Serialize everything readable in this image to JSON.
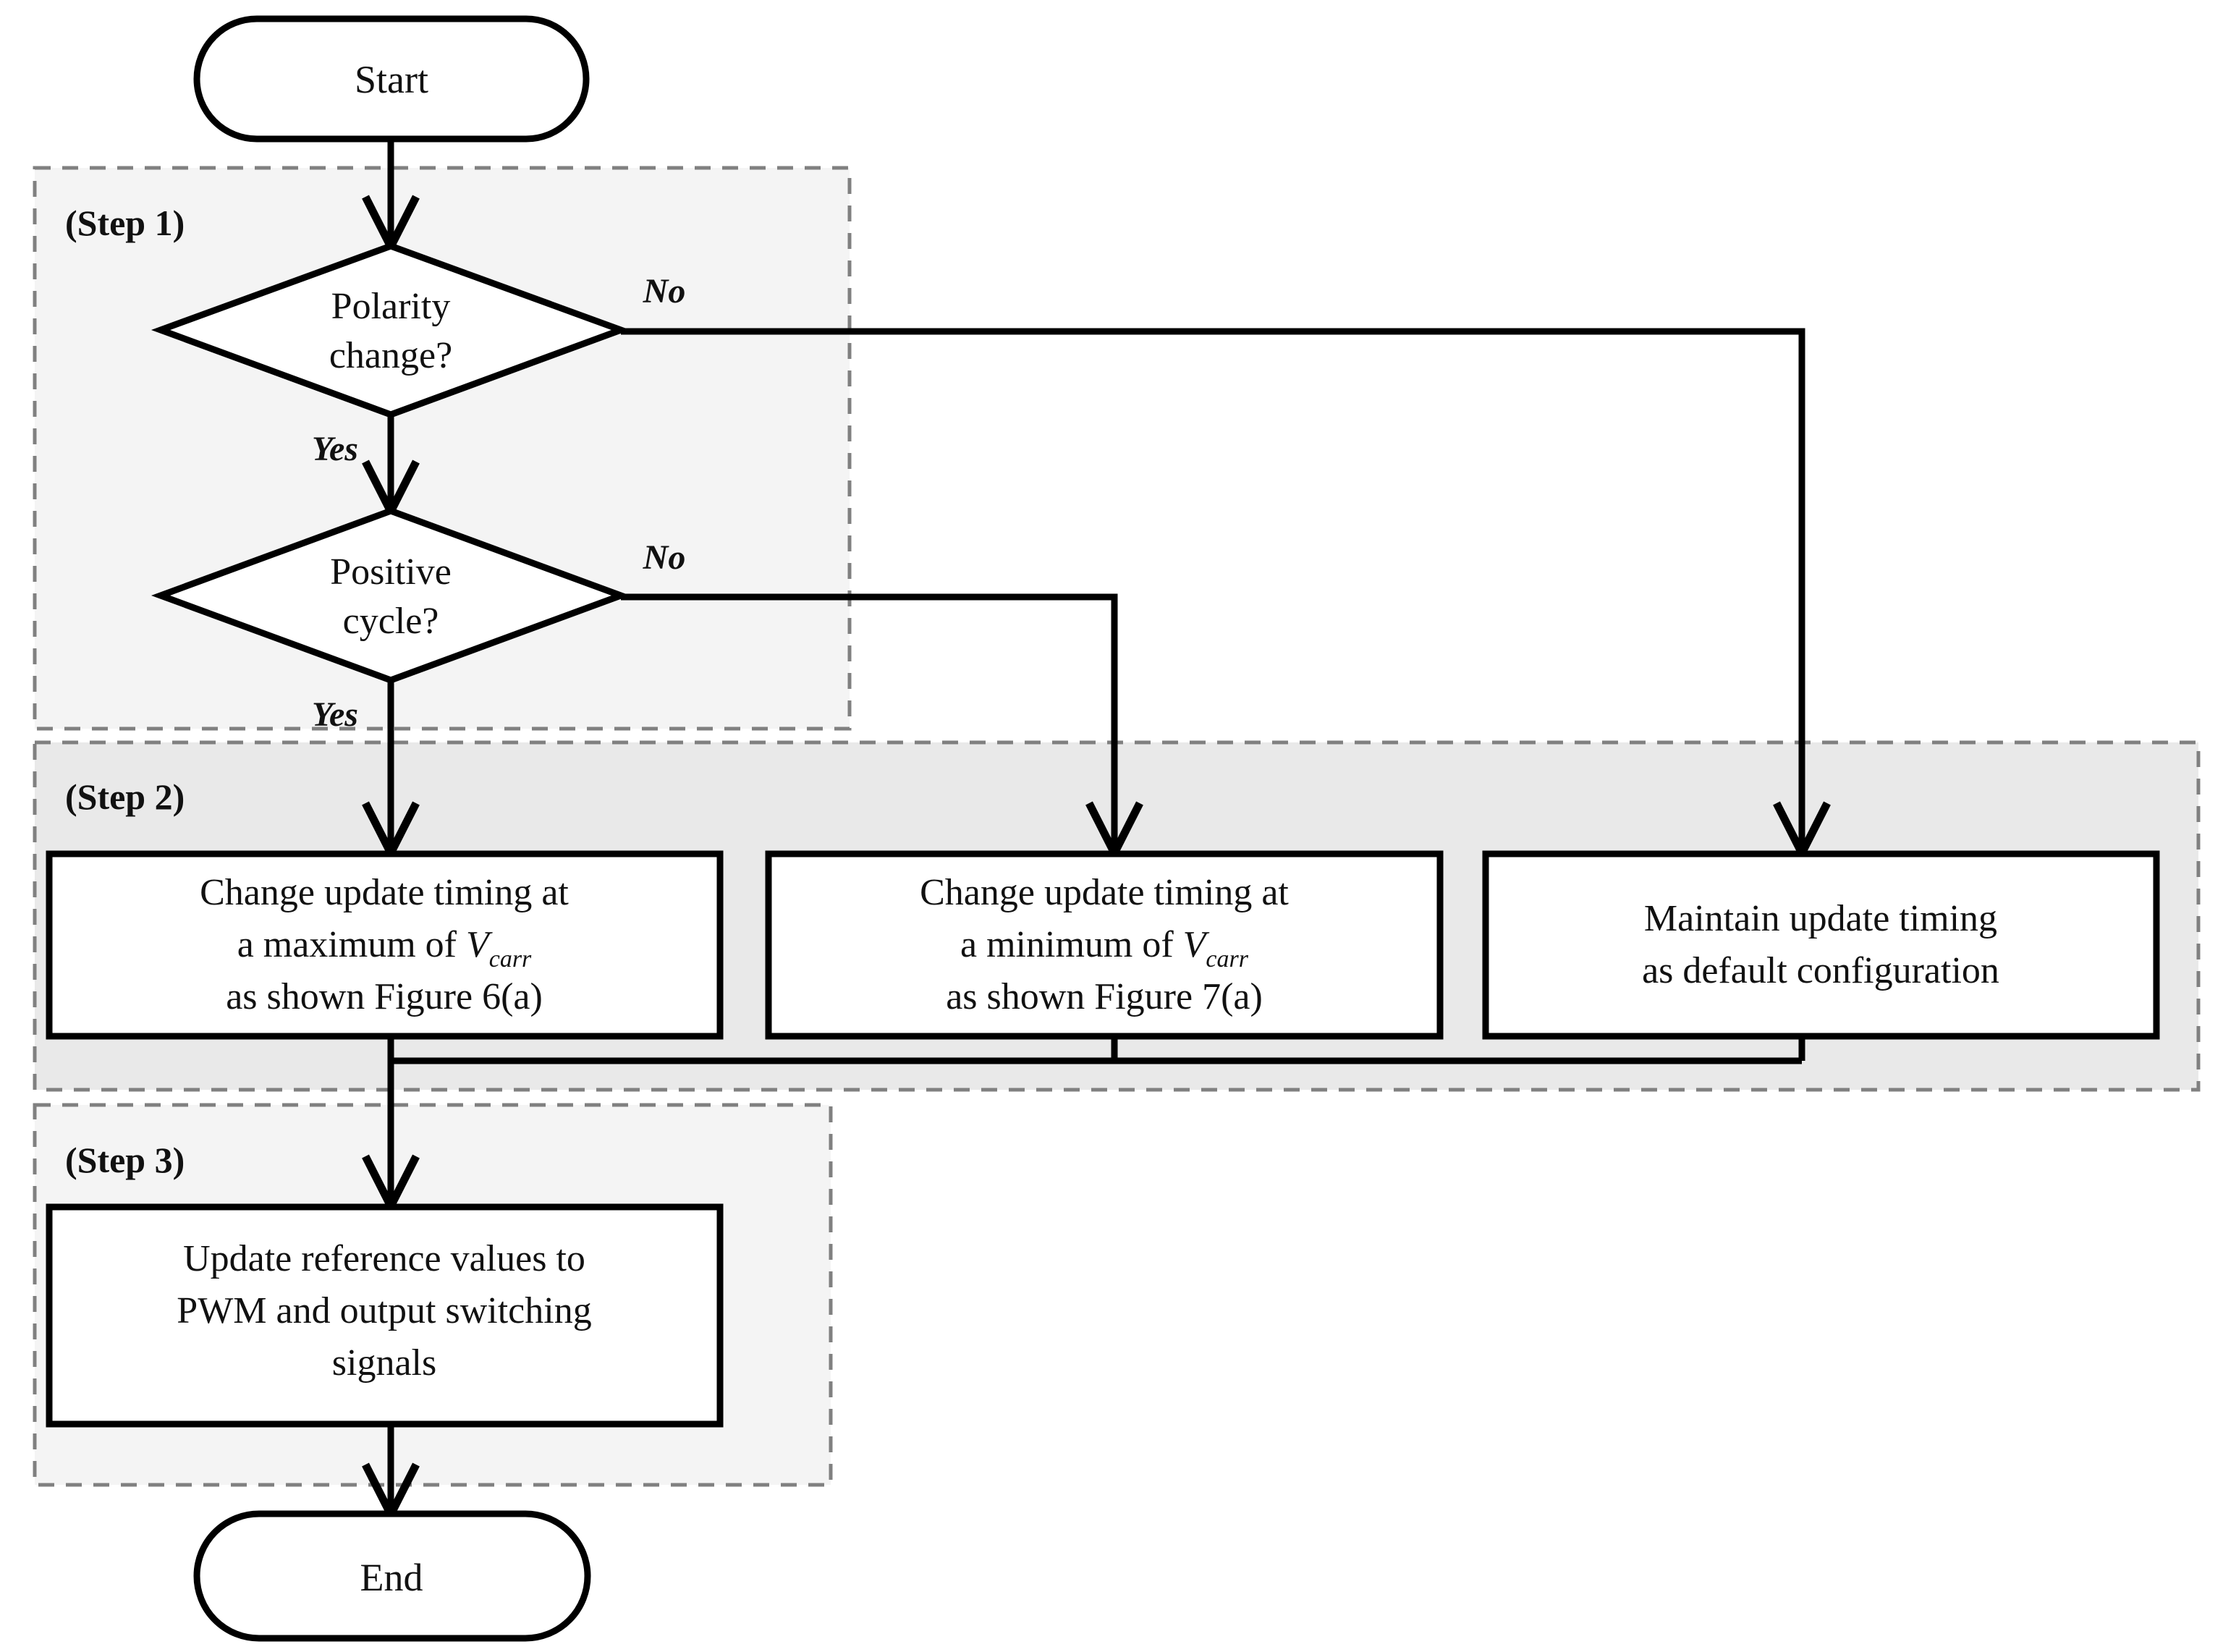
{
  "diagram": {
    "type": "flowchart",
    "title": "PWM update timing selection flowchart",
    "terminals": {
      "start": "Start",
      "end": "End"
    },
    "zones": [
      {
        "id": "step1",
        "label": "(Step 1)",
        "fill": "#f4f4f4",
        "border": "#808080",
        "border_style": "dashed"
      },
      {
        "id": "step2",
        "label": "(Step 2)",
        "fill": "#e9e9e9",
        "border": "#808080",
        "border_style": "dashed"
      },
      {
        "id": "step3",
        "label": "(Step 3)",
        "fill": "#f4f4f4",
        "border": "#808080",
        "border_style": "dashed"
      }
    ],
    "decisions": [
      {
        "id": "d1",
        "line1": "Polarity",
        "line2": "change?",
        "yes_label": "Yes",
        "no_label": "No"
      },
      {
        "id": "d2",
        "line1": "Positive",
        "line2": "cycle?",
        "yes_label": "Yes",
        "no_label": "No"
      }
    ],
    "processes": [
      {
        "id": "p1",
        "line1": "Change update  timing at",
        "line2_pre": "a maximum of ",
        "line2_var": "V",
        "line2_sub": "carr",
        "line3": "as shown Figure 6(a)"
      },
      {
        "id": "p2",
        "line1": "Change update  timing at",
        "line2_pre": "a minimum of ",
        "line2_var": "V",
        "line2_sub": "carr",
        "line3": "as shown Figure 7(a)"
      },
      {
        "id": "p3",
        "line1": "Maintain update  timing",
        "line2": "as default configuration",
        "line3": ""
      },
      {
        "id": "p4",
        "line1": "Update reference values to",
        "line2": "PWM and output switching",
        "line3": "signals"
      }
    ],
    "colors": {
      "line": "#000000",
      "node_fill": "#ffffff",
      "zone_border": "#808080",
      "zone1_fill": "#f4f4f4",
      "zone2_fill": "#e9e9e9"
    }
  }
}
